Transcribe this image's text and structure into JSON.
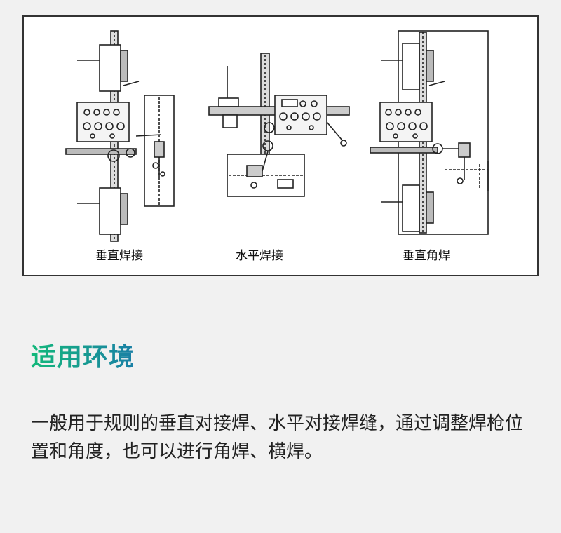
{
  "figure": {
    "captions": {
      "vertical_butt": "垂直焊接",
      "horizontal_butt": "水平焊接",
      "vertical_fillet": "垂直角焊"
    }
  },
  "section": {
    "title": "适用环境",
    "title_colors": [
      "#13b87a",
      "#1a7fa6"
    ],
    "description": "一般用于规则的垂直对接焊、水平对接焊缝，通过调整焊枪位置和角度，也可以进行角焊、横焊。"
  }
}
